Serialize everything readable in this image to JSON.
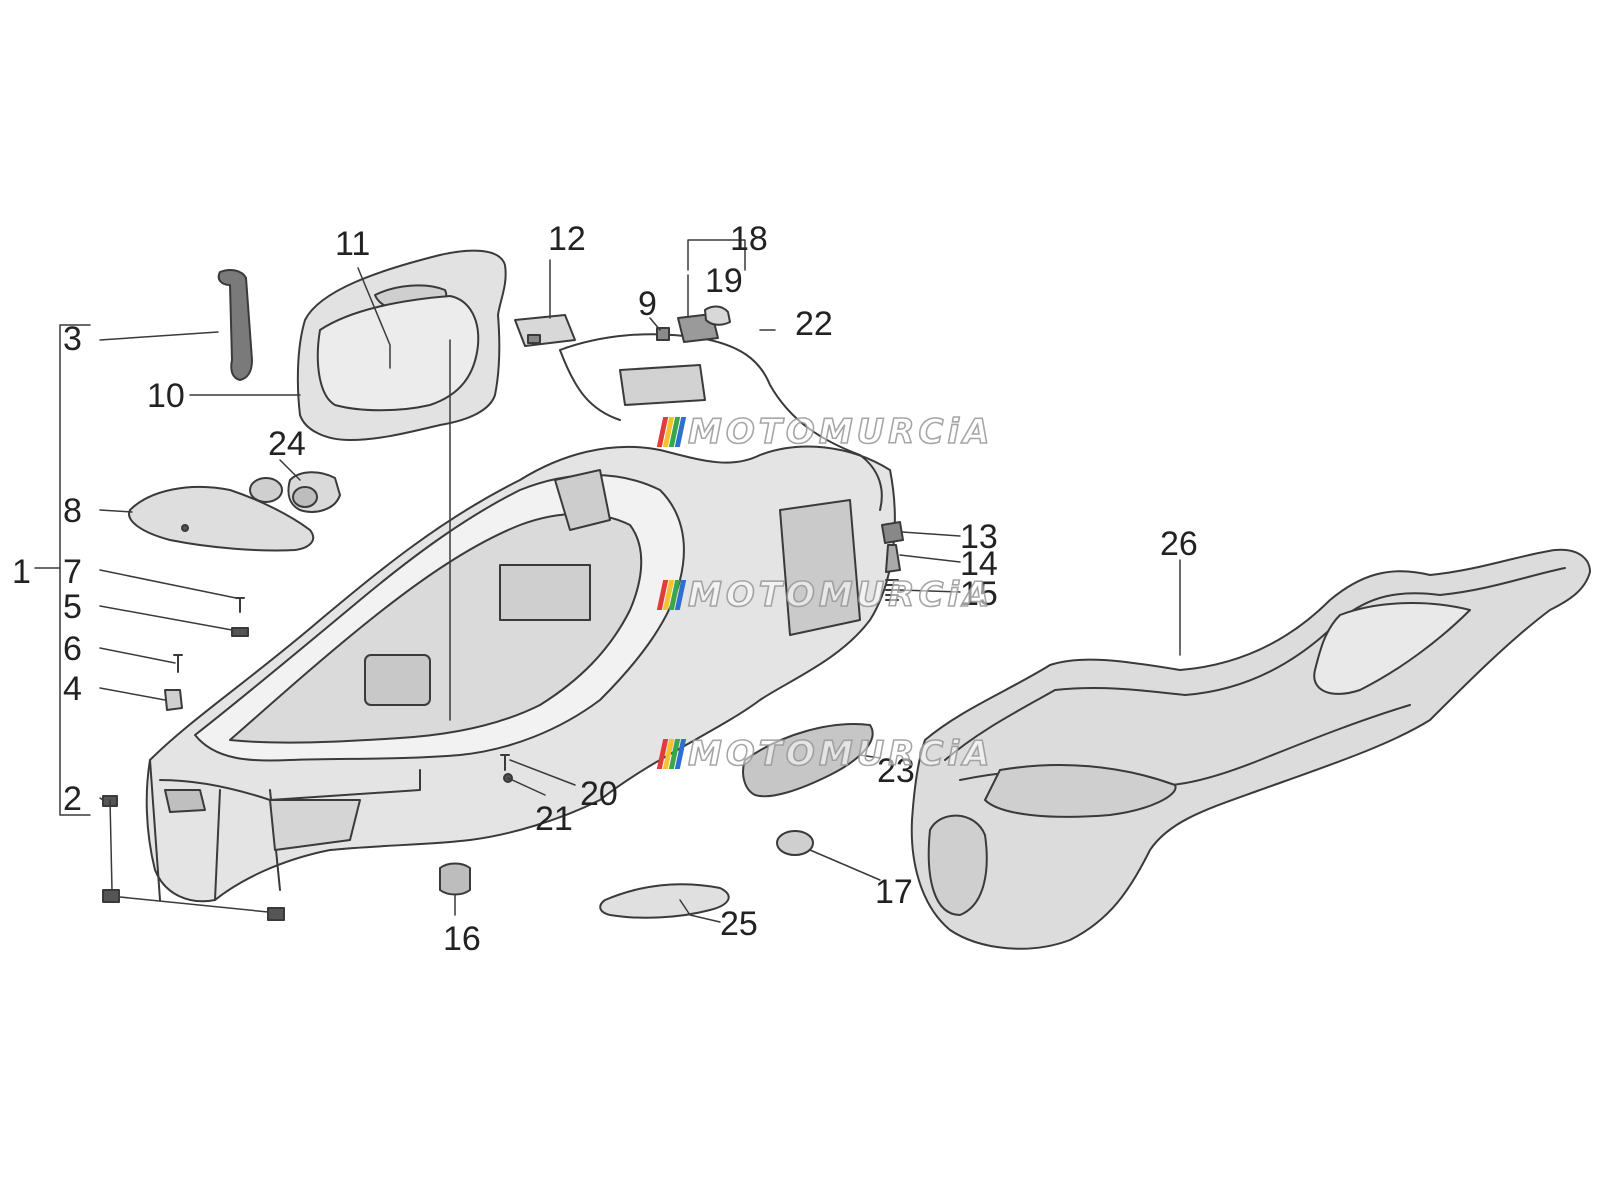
{
  "diagram": {
    "callouts": {
      "c1": "1",
      "c2": "2",
      "c3": "3",
      "c4": "4",
      "c5": "5",
      "c6": "6",
      "c7": "7",
      "c8": "8",
      "c9": "9",
      "c10": "10",
      "c11": "11",
      "c12": "12",
      "c13": "13",
      "c14": "14",
      "c15": "15",
      "c16": "16",
      "c17": "17",
      "c18": "18",
      "c19": "19",
      "c20": "20",
      "c21": "21",
      "c22": "22",
      "c23": "23",
      "c24": "24",
      "c25": "25",
      "c26": "26"
    },
    "watermark": {
      "text": "MOTOMURCiA",
      "flag_colors": [
        "#e23b3b",
        "#f2c230",
        "#3aa64a",
        "#2f6fd0"
      ]
    },
    "line_color": "#3a3a3a",
    "part_fill": "#d9d9d9"
  }
}
